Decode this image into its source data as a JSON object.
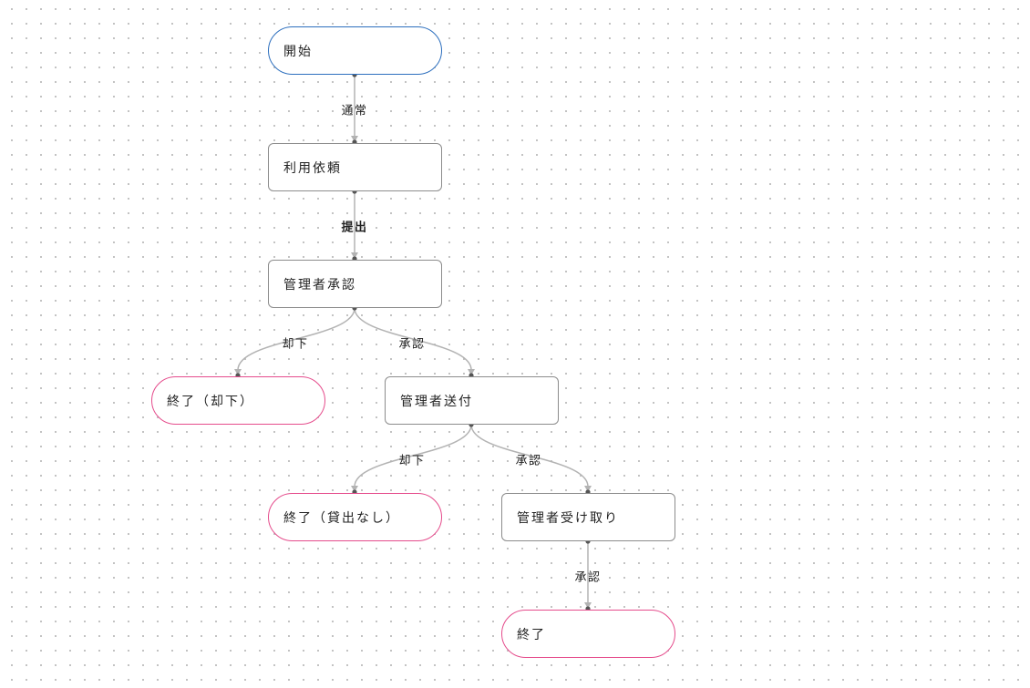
{
  "nodes": {
    "start": "開始",
    "request": "利用依頼",
    "manager_approve": "管理者承認",
    "end_rejected": "終了（却下）",
    "manager_send": "管理者送付",
    "end_no_loan": "終了（貸出なし）",
    "manager_receive": "管理者受け取り",
    "end": "終了"
  },
  "edges": {
    "normal": "通常",
    "submit": "提出",
    "reject_1": "却下",
    "approve_1": "承認",
    "reject_2": "却下",
    "approve_2": "承認",
    "approve_3": "承認"
  },
  "colors": {
    "start_border": "#2d6fbe",
    "end_border": "#e54c8c",
    "node_border": "#8c8c8c",
    "edge": "#b3b3b3",
    "port": "#555555"
  }
}
